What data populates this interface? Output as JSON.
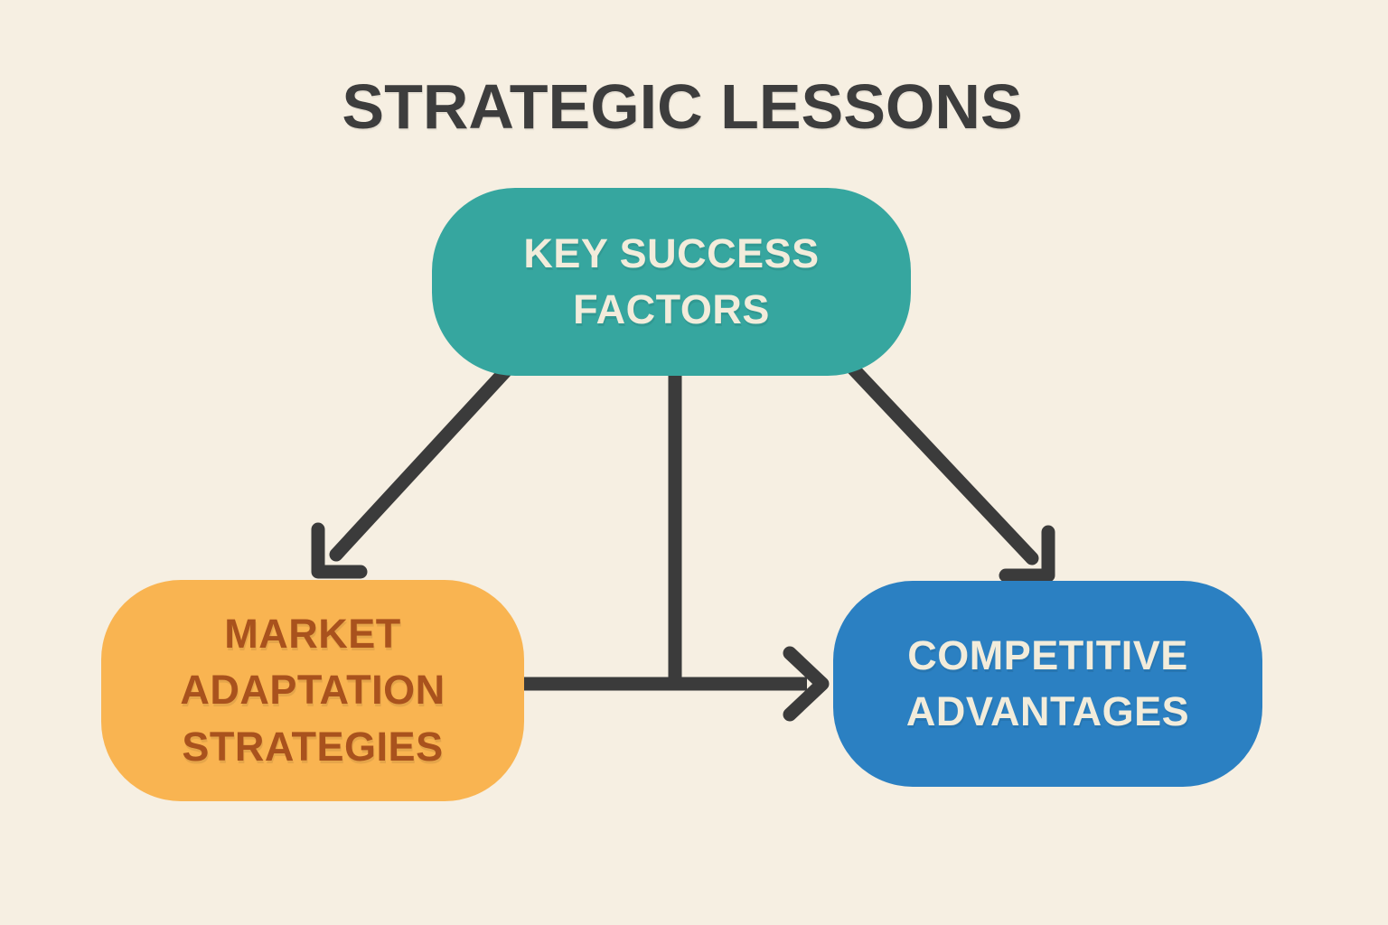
{
  "title": "STRATEGIC LESSONS",
  "diagram": {
    "nodes": [
      {
        "id": "key-success-factors",
        "label": "KEY SUCCESS FACTORS",
        "fill": "#36a69f",
        "text_color": "#f2ecdb"
      },
      {
        "id": "market-adaptation-strategies",
        "label": "MARKET ADAPTATION STRATEGIES",
        "fill": "#f9b451",
        "text_color": "#a9521d"
      },
      {
        "id": "competitive-advantages",
        "label": "COMPETITIVE ADVANTAGES",
        "fill": "#2b80c2",
        "text_color": "#f2ecdb"
      }
    ],
    "edges": [
      {
        "from": "key-success-factors",
        "to": "market-adaptation-strategies",
        "style": "arrow"
      },
      {
        "from": "key-success-factors",
        "to": "competitive-advantages",
        "style": "arrow"
      },
      {
        "from": "key-success-factors",
        "to": "market-to-competitive-junction",
        "style": "plain"
      },
      {
        "from": "market-adaptation-strategies",
        "to": "competitive-advantages",
        "style": "arrow"
      }
    ]
  },
  "colors": {
    "background": "#f6efe2",
    "title": "#3d3d3d",
    "connector": "#3b3b3b"
  }
}
